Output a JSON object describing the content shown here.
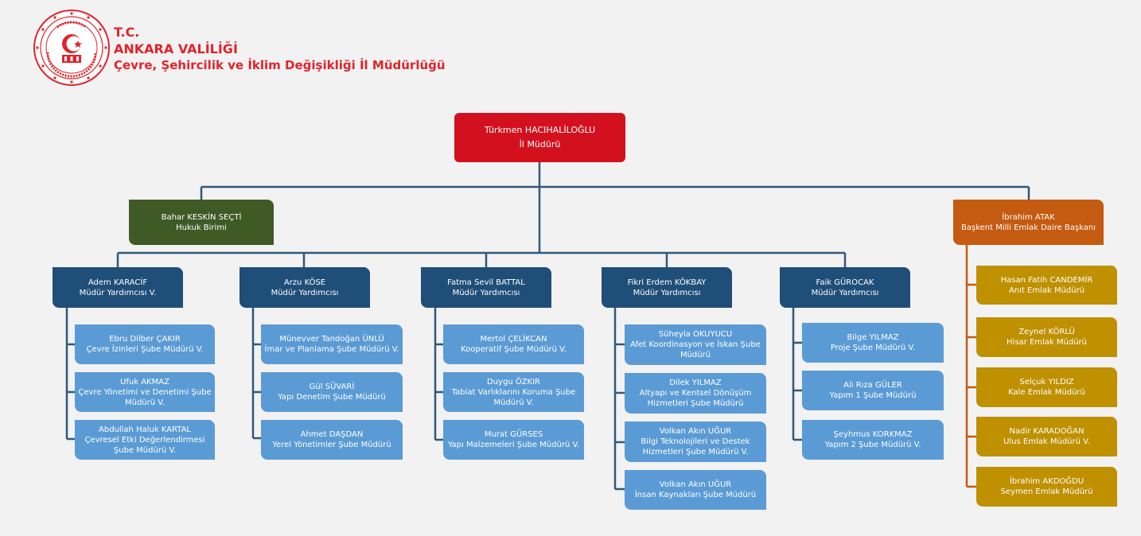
{
  "header": {
    "line1": "T.C.",
    "line2": "ANKARA VALİLİĞİ",
    "line3": "Çevre, Şehircilik ve İklim Değişikliği İl Müdürlüğü",
    "logo_text": "T.C. ÇEVRE, ŞEHİRCİLİK VE İKLİM DEĞİŞİKLİĞİ BAKANLIĞI"
  },
  "colors": {
    "red": "#d3111e",
    "green": "#3f5a25",
    "orange": "#c55a11",
    "navy": "#1f4e79",
    "blue": "#5b9bd5",
    "gold": "#bf9000",
    "line": "#31587a"
  },
  "chart": {
    "top": {
      "name": "Türkmen HACIHALİLOĞLU",
      "title": "İl Müdürü"
    },
    "legal": {
      "name": "Bahar KESKİN SEÇTİ",
      "title": "Hukuk Birimi"
    },
    "emlak": {
      "name": "İbrahim ATAK",
      "title": "Başkent Milli Emlak Daire Başkanı"
    },
    "deputies": [
      {
        "name": "Adem KARACİF",
        "title": "Müdür Yardımcısı V.",
        "units": [
          {
            "name": "Ebru Dilber ÇAKIR",
            "title": "Çevre İzinleri Şube Müdürü V."
          },
          {
            "name": "Ufuk AKMAZ",
            "title": "Çevre Yönetimi ve Denetimi Şube Müdürü V."
          },
          {
            "name": "Abdullah Haluk KARTAL",
            "title": "Çevresel Etki Değerlendirmesi Şube Müdürü V."
          }
        ]
      },
      {
        "name": "Arzu KÖSE",
        "title": "Müdür Yardımcısı",
        "units": [
          {
            "name": "Münevver Tandoğan ÜNLÜ",
            "title": "İmar ve Planlama Şube Müdürü V."
          },
          {
            "name": "Gül SÜVARİ",
            "title": "Yapı Denetim Şube Müdürü"
          },
          {
            "name": "Ahmet DAŞDAN",
            "title": "Yerel Yönetimler Şube Müdürü"
          }
        ]
      },
      {
        "name": "Fatma Sevil BATTAL",
        "title": "Müdür Yardımcısı",
        "units": [
          {
            "name": "Mertol ÇELİKCAN",
            "title": "Kooperatif Şube Müdürü V."
          },
          {
            "name": "Duygu ÖZKIR",
            "title": "Tabiat Varlıklarını Koruma Şube Müdürü V."
          },
          {
            "name": "Murat GÜRSES",
            "title": "Yapı Malzemeleri Şube Müdürü V."
          }
        ]
      },
      {
        "name": "Fikri Erdem KÖKBAY",
        "title": "Müdür Yardımcısı",
        "units": [
          {
            "name": "Süheyla OKUYUCU",
            "title": "Afet Koordinasyon ve İskan Şube Müdürü"
          },
          {
            "name": "Dilek YILMAZ",
            "title": "Altyapı ve Kentsel Dönüşüm Hizmetleri Şube Müdürü"
          },
          {
            "name": "Volkan Akın UĞUR",
            "title": "Bilgi Teknolojileri ve Destek Hizmetleri Şube Müdürü V."
          },
          {
            "name": "Volkan Akın UĞUR",
            "title": "İnsan Kaynakları Şube Müdürü"
          }
        ]
      },
      {
        "name": "Faik GÜROCAK",
        "title": "Müdür Yardımcısı",
        "units": [
          {
            "name": "Bilge YILMAZ",
            "title": "Proje Şube Müdürü V."
          },
          {
            "name": "Ali Rıza GÜLER",
            "title": "Yapım 1 Şube Müdürü"
          },
          {
            "name": "Şeyhmus KORKMAZ",
            "title": "Yapım 2 Şube Müdürü V."
          }
        ]
      }
    ],
    "emlak_units": [
      {
        "name": "Hasan Fatih CANDEMİR",
        "title": "Anıt Emlak Müdürü"
      },
      {
        "name": "Zeynel KÖRLÜ",
        "title": "Hisar Emlak Müdürü"
      },
      {
        "name": "Selçuk YILDIZ",
        "title": "Kale Emlak Müdürü"
      },
      {
        "name": "Nadir KARADOĞAN",
        "title": "Ulus Emlak Müdürü V."
      },
      {
        "name": "İbrahim AKDOĞDU",
        "title": "Seymen Emlak Müdürü"
      }
    ]
  }
}
